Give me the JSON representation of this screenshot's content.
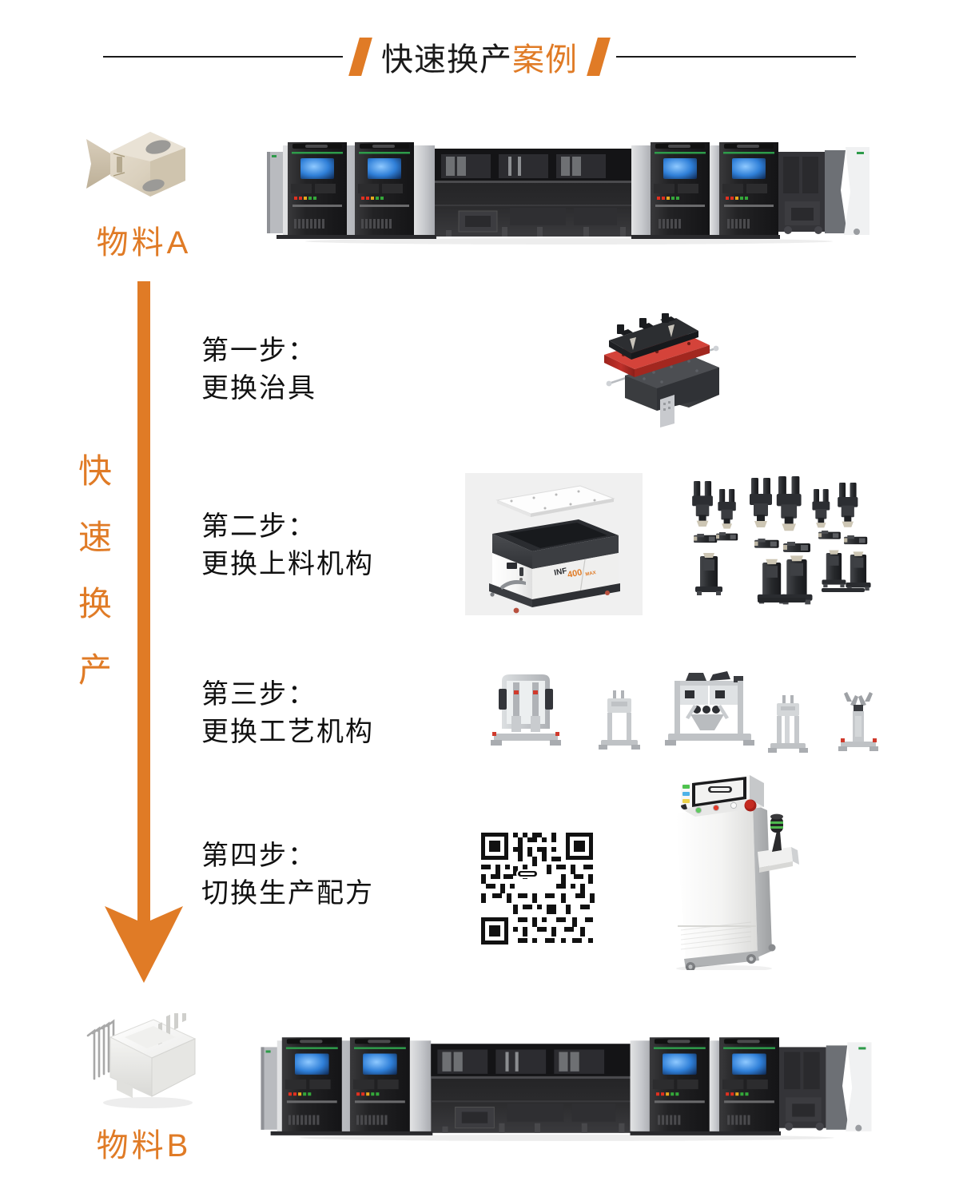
{
  "page": {
    "background_color": "#ffffff",
    "accent_color": "#E07B26",
    "text_color": "#111111"
  },
  "header": {
    "title_black": "快速换产",
    "title_orange": "案例",
    "full_title": "快速换产案例",
    "left_slash": "slash-mark",
    "right_slash": "slash-mark"
  },
  "side_label": {
    "chars": [
      "快",
      "速",
      "换",
      "产"
    ],
    "text": "快速换产",
    "color": "#E07B26"
  },
  "flow": {
    "arrow_direction": "down",
    "arrow_color": "#E07B26"
  },
  "materials": {
    "input": {
      "label": "物料A",
      "part_description": "beige-connector-housing",
      "part_color": "#ded3c0"
    },
    "output": {
      "label": "物料B",
      "part_description": "white-connector-with-pins",
      "part_color": "#f2f2f0"
    }
  },
  "production_line": {
    "top_caption": "",
    "bottom_caption": "",
    "module_count": 6,
    "screen_color": "#2a6fd6",
    "status_led_colors": [
      "#e03020",
      "#e03020",
      "#e8a81c",
      "#34a83a",
      "#34a83a"
    ],
    "top_bar_color": "#2e9b4a"
  },
  "steps": [
    {
      "index": 1,
      "title": "第一步：",
      "detail": "更换治具",
      "art": "fixture-jig",
      "art_colors": {
        "top": "#2f3134",
        "middle": "#b02a22",
        "base": "#4a4c50"
      }
    },
    {
      "index": 2,
      "title": "第二步：",
      "detail": "更换上料机构",
      "art": "bowl-feeder",
      "feeder_brand": "INF",
      "feeder_model": "400 MAX",
      "art_colors": {
        "body": "#fafafa",
        "rim": "#3e4043",
        "panel_bg": "#f0f0f0"
      },
      "secondary_art": "gripper-tooling-grid",
      "gripper_count": 9
    },
    {
      "index": 3,
      "title": "第三步：",
      "detail": "更换工艺机构",
      "art": "process-modules-row",
      "module_count": 5,
      "art_colors": {
        "frame": "#c9ccce"
      }
    },
    {
      "index": 4,
      "title": "第四步：",
      "detail": "切换生产配方",
      "art": "qr-code",
      "qr_center_badge": "logo-badge",
      "secondary_art": "hmi-control-console",
      "console_buttons": [
        "green",
        "red",
        "white",
        "emergency-stop-red"
      ],
      "console_indicators": [
        "green",
        "blue",
        "yellow"
      ],
      "art_colors": {
        "cabinet": "#f4f4f4",
        "screen_bezel": "#1c1c1c"
      }
    }
  ]
}
